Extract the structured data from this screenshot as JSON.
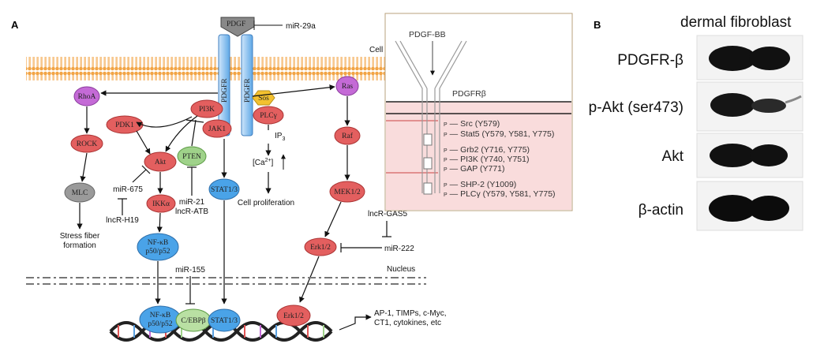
{
  "panels": {
    "a": "A",
    "b": "B"
  },
  "colors": {
    "membrane": "#f4a64a",
    "node_red": "#e35f5f",
    "node_blue": "#4aa3e8",
    "node_purple": "#c46ad6",
    "node_green": "#9fd28a",
    "node_gray": "#9a9a9a",
    "sos_yellow": "#f3c12f",
    "inset_pink": "#f9dcdc"
  },
  "labels": {
    "pdgf": "PDGF",
    "mir29a": "miR-29a",
    "cell": "Cell",
    "pdgfr": "PDGFR",
    "rhoa": "RhoA",
    "rock": "ROCK",
    "mlc": "MLC",
    "stress": [
      "Stress fiber",
      "formation"
    ],
    "pi3k": "PI3K",
    "pdk1": "PDK1",
    "jak1": "JAK1",
    "akt": "Akt",
    "pten": "PTEN",
    "sos": "Sos",
    "plcg": "PLCγ",
    "ras": "Ras",
    "raf": "Raf",
    "ip3": "IP",
    "ip3_sub": "3",
    "ca": "[Ca",
    "ca_sup": "2+",
    "ca_end": "]",
    "cellprolif": "Cell proliferation",
    "mir675": "miR-675",
    "lnch19": "lncR-H19",
    "ikka": "IKKα",
    "mir21": "miR-21",
    "lncatb": "lncR-ATB",
    "stat13": "STAT1/3",
    "nfkb_top": "NF-κB",
    "nfkb_bot": "p50/p52",
    "mek": "MEK1/2",
    "erk": "Erk1/2",
    "lncgas5": "lncR-GAS5",
    "mir222": "miR-222",
    "nucleus": "Nucleus",
    "mir155": "miR-155",
    "cebpb": "C/EBPβ",
    "targets": [
      "AP-1, TIMPs, c-Myc,",
      "CT1, cytokines, etc"
    ]
  },
  "inset": {
    "ligand": "PDGF-BB",
    "receptor": "PDGFRβ",
    "sites": [
      "Src (Y579)",
      "Stat5 (Y579, Y581, Y775)",
      "Grb2 (Y716, Y775)",
      "PI3K (Y740, Y751)",
      "GAP (Y771)",
      "SHP-2 (Y1009)",
      "PLCγ (Y579,  Y581, Y775)"
    ],
    "p": "P"
  },
  "blot": {
    "header": "dermal fibroblast",
    "rows": [
      "PDGFR-β",
      "p-Akt (ser473)",
      "Akt",
      "β-actin"
    ]
  }
}
